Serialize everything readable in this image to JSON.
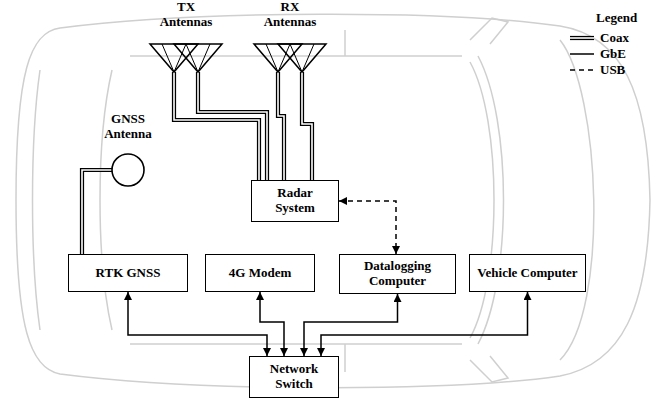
{
  "diagram": {
    "nodes": [
      {
        "text": [
          "TX Antennas"
        ]
      },
      {
        "text": [
          "RX Antennas"
        ]
      },
      {
        "text": [
          "GNSS Antenna"
        ]
      },
      {
        "text": [
          "Radar System"
        ]
      },
      {
        "text": [
          "RTK GNSS"
        ]
      },
      {
        "text": [
          "4G Modem"
        ]
      },
      {
        "text": [
          "Datalogging Computer"
        ]
      },
      {
        "text": [
          "Vehicle Computer"
        ]
      },
      {
        "text": [
          "Network Switch"
        ]
      }
    ],
    "edges": [
      {
        "from": 0,
        "to": 3,
        "arrow": "none"
      },
      {
        "from": 1,
        "to": 3,
        "arrow": "none"
      },
      {
        "from": 2,
        "to": 4,
        "arrow": "none"
      },
      {
        "from": 3,
        "to": 6,
        "arrow": "both"
      },
      {
        "from": 4,
        "to": 8,
        "arrow": "both"
      },
      {
        "from": 5,
        "to": 8,
        "arrow": "both"
      },
      {
        "from": 6,
        "to": 8,
        "arrow": "both"
      },
      {
        "from": 7,
        "to": 8,
        "arrow": "both"
      }
    ],
    "labels": [
      "Legend"
    ],
    "legend": [
      {
        "text": "Coax"
      },
      {
        "text": "GbE"
      },
      {
        "text": "USB"
      }
    ]
  }
}
